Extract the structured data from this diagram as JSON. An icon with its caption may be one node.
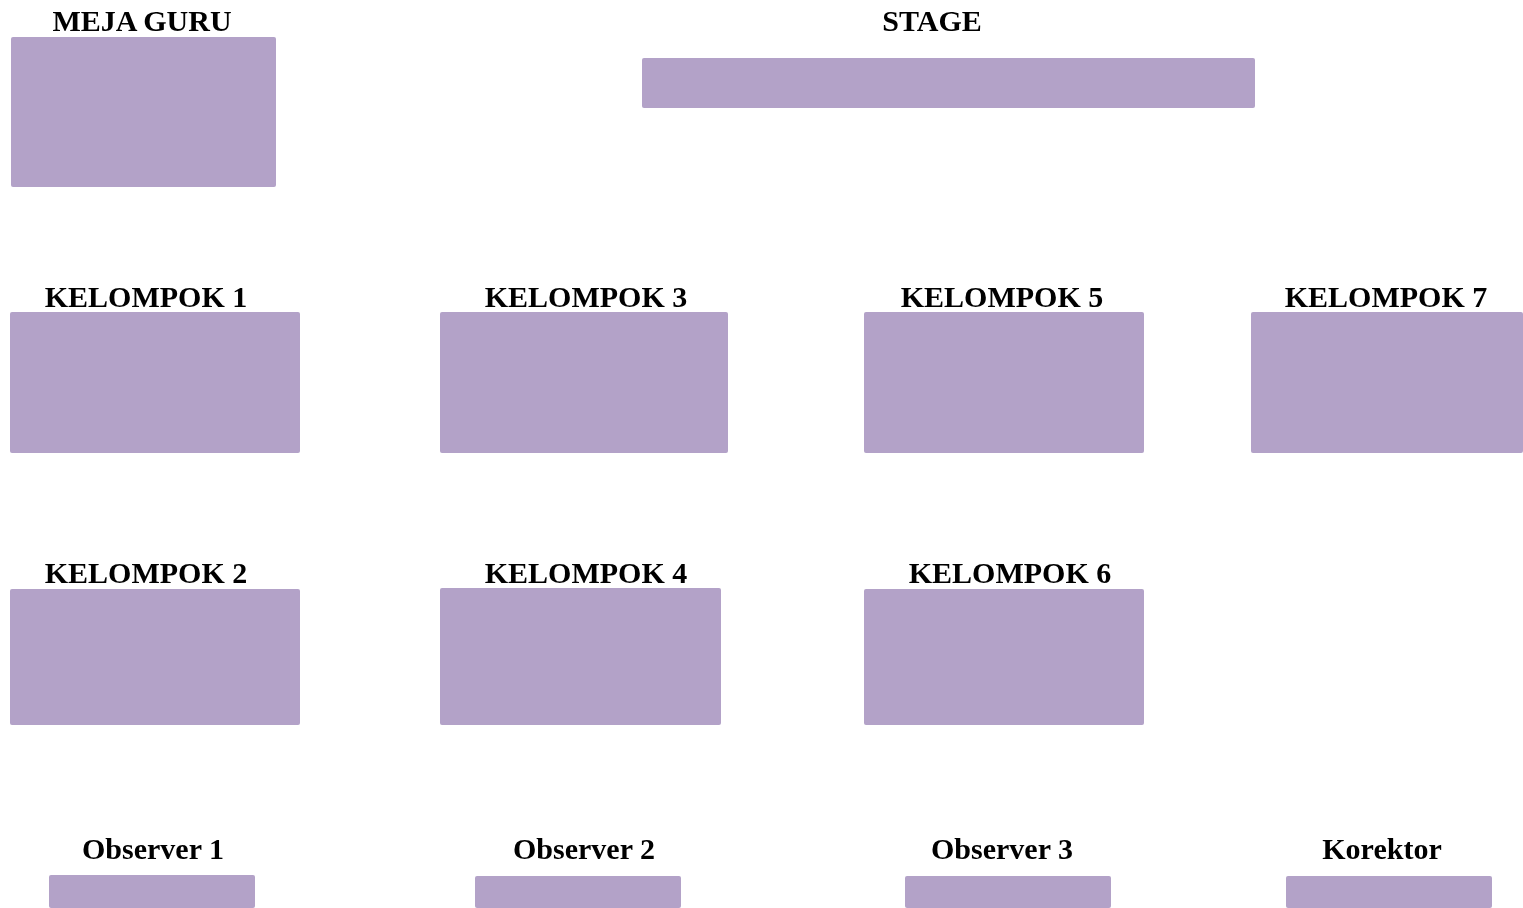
{
  "diagram": {
    "nodes": [
      {
        "text": [
          "MEJA GURU"
        ]
      },
      {
        "text": [
          "STAGE"
        ]
      },
      {
        "text": [
          "KELOMPOK 1"
        ]
      },
      {
        "text": [
          "KELOMPOK 3"
        ]
      },
      {
        "text": [
          "KELOMPOK 5"
        ]
      },
      {
        "text": [
          "KELOMPOK 7"
        ]
      },
      {
        "text": [
          "KELOMPOK 2"
        ]
      },
      {
        "text": [
          "KELOMPOK 4"
        ]
      },
      {
        "text": [
          "KELOMPOK 6"
        ]
      },
      {
        "text": [
          "Observer 1"
        ]
      },
      {
        "text": [
          "Observer 2"
        ]
      },
      {
        "text": [
          "Observer 3"
        ]
      },
      {
        "text": [
          "Korektor"
        ]
      }
    ]
  }
}
